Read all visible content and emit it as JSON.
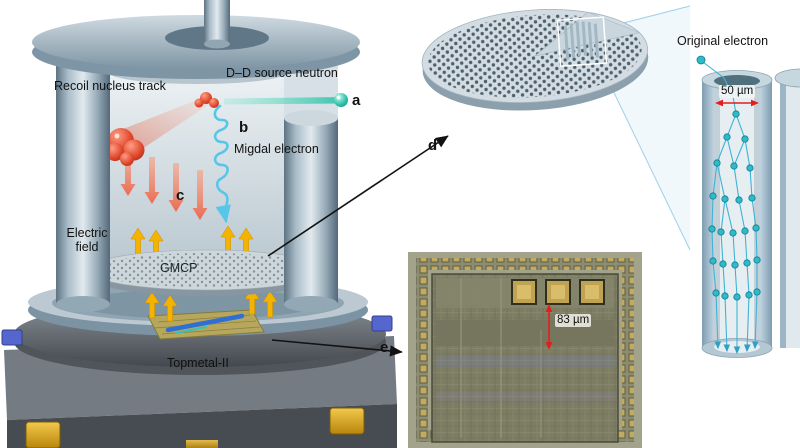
{
  "figure": {
    "background": "#ffffff",
    "panel_labels": {
      "a": "a",
      "b": "b",
      "c": "c",
      "d": "d",
      "e": "e"
    },
    "detector": {
      "recoil_track_label": "Recoil nucleus track",
      "neutron_source_label": "D–D source neutron",
      "migdal_electron_label": "Migdal electron",
      "electric_field_label": "Electric field",
      "gmcp_label": "GMCP",
      "topmetal_label": "Topmetal-II"
    },
    "gmcp_inset": {
      "original_electron_label": "Original electron",
      "pore_diameter_label": "50 µm"
    },
    "topmetal_inset": {
      "pixel_pitch_label": "83 µm"
    },
    "colors": {
      "steel_light": "#cdd8de",
      "steel_mid": "#8fa6b5",
      "steel_dark": "#5e7382",
      "recoil_red": "#d8402a",
      "neutron_teal": "#2fc3ae",
      "electron_blue": "#58c6e8",
      "field_yellow": "#f5b301",
      "drift_coral": "#f0745c",
      "scale_red": "#e21f1f",
      "chip_olive": "#7d7d64"
    }
  }
}
